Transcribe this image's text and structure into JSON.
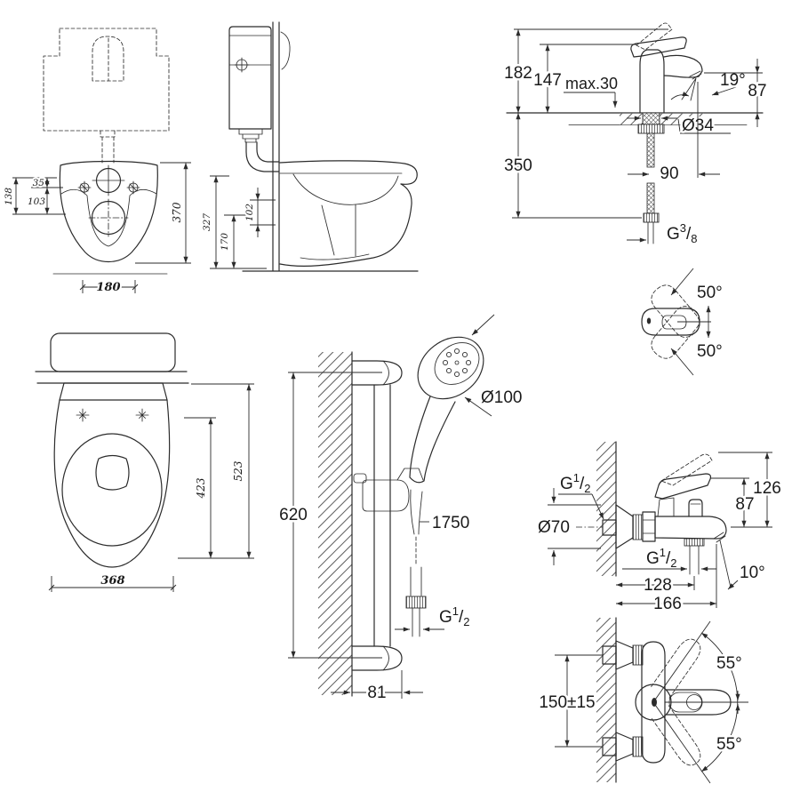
{
  "figure": {
    "background": "#ffffff",
    "line_color": "#2b2b2b",
    "text_color": "#1a1a1a"
  },
  "drawings": {
    "toilet_front": {
      "dim_left_total": "138",
      "dim_left_upper": "35",
      "dim_left_lower": "103",
      "dim_height": "370",
      "dim_width": "180"
    },
    "toilet_side": {
      "dim_height_total": "327",
      "dim_height_outlet": "170",
      "dim_height_inlet": "102"
    },
    "basin_mixer": {
      "dim_total_height": "182",
      "dim_handle_height": "147",
      "dim_deck_max": "max.30",
      "dim_spout_angle": "19°",
      "dim_spout_height": "87",
      "dim_hole": "Ø34",
      "dim_hose_length": "350",
      "dim_projection": "90",
      "thread": {
        "g": "G",
        "num": "3",
        "slash": "/",
        "den": "8"
      }
    },
    "handle_swivel": {
      "dim_angle_up": "50°",
      "dim_angle_down": "50°"
    },
    "toilet_top": {
      "dim_inner_depth": "423",
      "dim_depth": "523",
      "dim_width": "368"
    },
    "shower_rail": {
      "dim_rail_length": "620",
      "dim_head": "Ø100",
      "dim_hose_length": "1750",
      "thread": {
        "g": "G",
        "num": "1",
        "slash": "/",
        "den": "2"
      },
      "dim_wall_offset": "81"
    },
    "bath_mixer_side": {
      "thread_inlet": {
        "g": "G",
        "num": "1",
        "slash": "/",
        "den": "2"
      },
      "dim_escutcheon": "Ø70",
      "dim_handle_max": "126",
      "dim_handle": "87",
      "thread_outlet": {
        "g": "G",
        "num": "1",
        "slash": "/",
        "den": "2"
      },
      "dim_spout_angle": "10°",
      "dim_proj_outlet": "128",
      "dim_proj_spout": "166"
    },
    "bath_mixer_top": {
      "dim_angle_up": "55°",
      "dim_centers": "150±15",
      "dim_angle_down": "55°"
    }
  }
}
